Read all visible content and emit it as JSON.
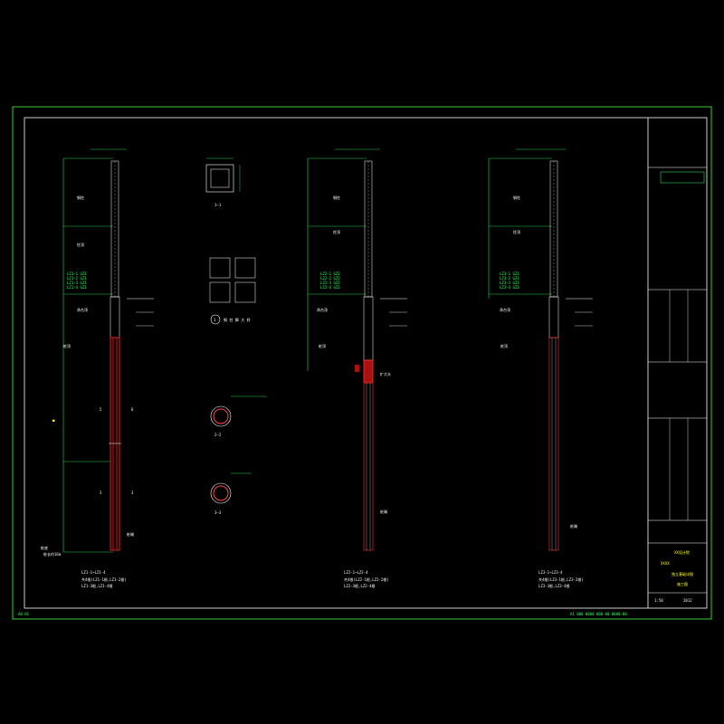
{
  "drawing": {
    "colors": {
      "frame": "#33cc33",
      "inner_frame": "#ffffff",
      "pile": "#cc2222",
      "dimension": "#33ff66",
      "text": "#ffffff",
      "highlight": "#ffff33",
      "rebar": "#ff4444"
    },
    "columns": [
      {
        "caption": "LZ1-1~LZ1-4",
        "note_lines": [
          "共4根(LZ1-1根,LZ1-2根)",
          "LZ1-3根,LZ1-4根"
        ],
        "bottom_note": "桩长约16m",
        "has_red_segment": true
      },
      {
        "caption": "LZ2-1~LZ2-4",
        "note_lines": [
          "共4根(LZ2-1根,LZ2-2根)",
          "LZ2-3根,LZ2-4根"
        ],
        "bottom_note": "",
        "has_red_segment": false
      },
      {
        "caption": "LZ3-1~LZ3-4",
        "note_lines": [
          "共4根(LZ3-1根,LZ3-2根)",
          "LZ3-3根,LZ3-4根"
        ],
        "bottom_note": "",
        "has_red_segment": false
      }
    ],
    "section_labels": {
      "sec1": "1—1",
      "sec2": "2—2",
      "sec3": "3—3",
      "detail_title": "钢 柱 脚 大 样",
      "detail_number": "1"
    },
    "title_block": {
      "company": "XX设计院",
      "project_name": "XXXX",
      "drawing_title": "独立基础详图",
      "stage": "施工图",
      "scale": "1:50",
      "date": "2012"
    },
    "footer_left": "A0-01",
    "footer_right": "A1 000 0000 000-00 0000-00"
  }
}
